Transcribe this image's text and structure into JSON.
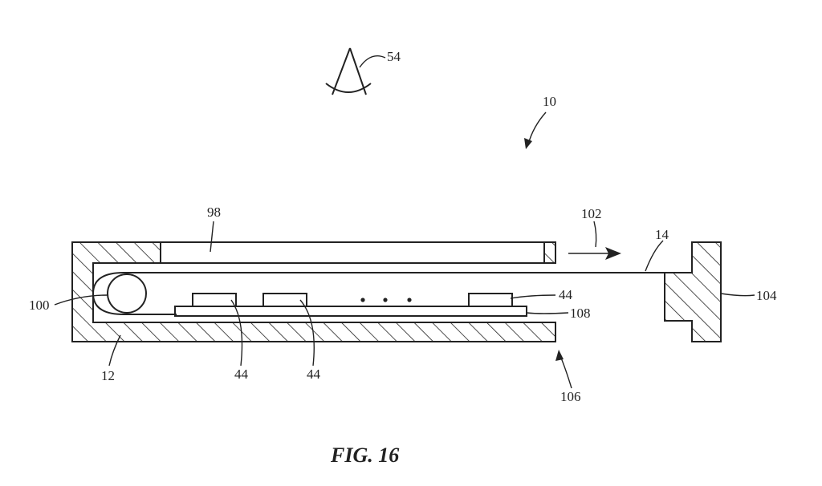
{
  "figure": {
    "caption": "FIG. 16",
    "labels": {
      "eye": "54",
      "device": "10",
      "cover": "98",
      "arrow": "102",
      "flex": "14",
      "block": "104",
      "component": "100",
      "housing": "12",
      "chip_left": "44",
      "chip_mid": "44",
      "chip_right": "44",
      "board": "108",
      "gap": "106"
    },
    "colors": {
      "line": "#222222",
      "background": "#ffffff"
    }
  }
}
